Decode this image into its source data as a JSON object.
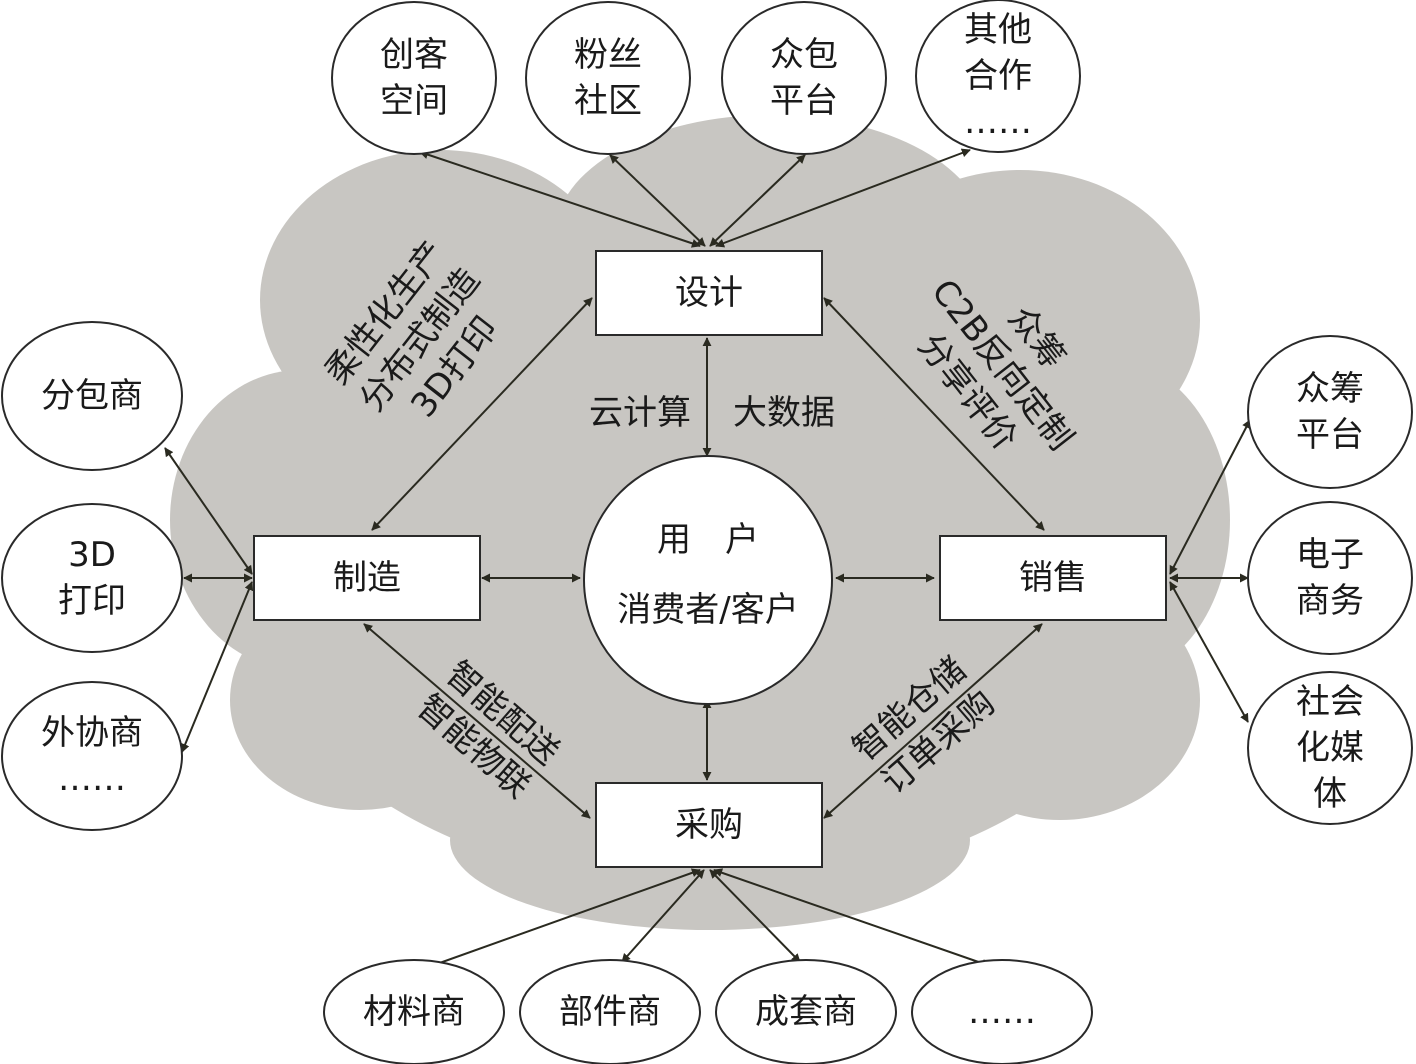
{
  "colors": {
    "cloud": "#c8c6c2",
    "stroke": "#2a2a2a",
    "arrow": "#2a2a20",
    "fill": "#ffffff"
  },
  "boxes": {
    "design": "设计",
    "manufacture": "制造",
    "sales": "销售",
    "purchase": "采购"
  },
  "center": {
    "line1": "用　户",
    "line2": "消费者/客户"
  },
  "top_circles": [
    {
      "lines": [
        "创客",
        "空间"
      ]
    },
    {
      "lines": [
        "粉丝",
        "社区"
      ]
    },
    {
      "lines": [
        "众包",
        "平台"
      ]
    },
    {
      "lines": [
        "其他",
        "合作",
        "……"
      ]
    }
  ],
  "left_circles": [
    {
      "lines": [
        "分包商"
      ]
    },
    {
      "lines": [
        "3D",
        "打印"
      ]
    },
    {
      "lines": [
        "外协商",
        "……"
      ]
    }
  ],
  "right_circles": [
    {
      "lines": [
        "众筹",
        "平台"
      ]
    },
    {
      "lines": [
        "电子",
        "商务"
      ]
    },
    {
      "lines": [
        "社会",
        "化媒",
        "体"
      ]
    }
  ],
  "bottom_circles": [
    {
      "lines": [
        "材料商"
      ]
    },
    {
      "lines": [
        "部件商"
      ]
    },
    {
      "lines": [
        "成套商"
      ]
    },
    {
      "lines": [
        "……"
      ]
    }
  ],
  "edge_labels": {
    "top_left": [
      "柔性化生产",
      "分布式制造",
      "3D打印"
    ],
    "top_right": [
      "众筹",
      "C2B反向定制",
      "分享评价"
    ],
    "bottom_left": [
      "智能配送",
      "智能物联"
    ],
    "bottom_right": [
      "智能仓储",
      "订单采购"
    ],
    "center_left": "云计算",
    "center_right": "大数据"
  }
}
